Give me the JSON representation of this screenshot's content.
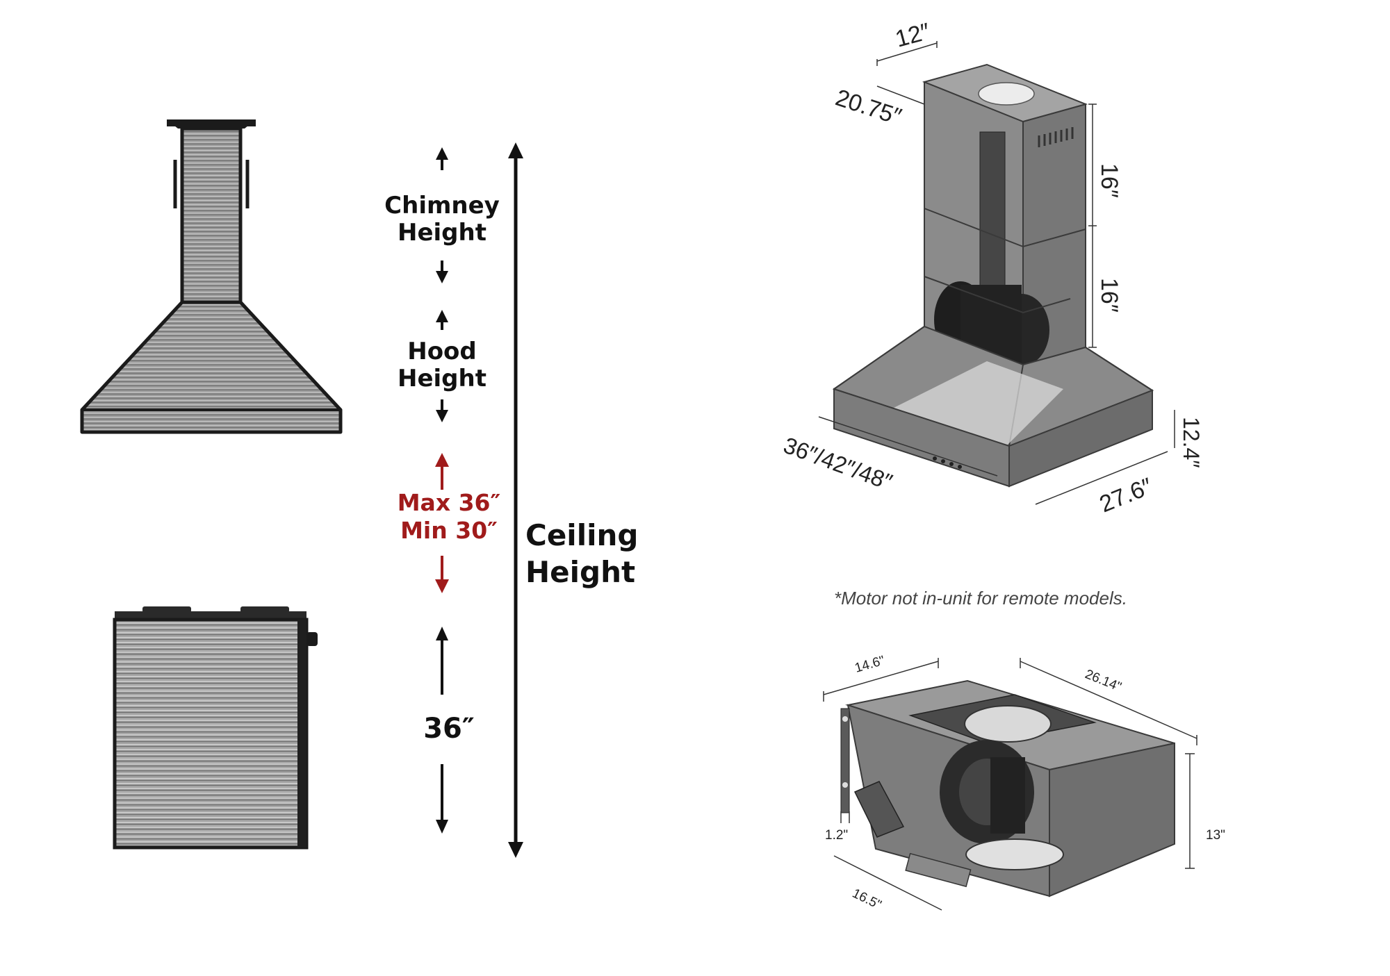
{
  "left_diagram": {
    "chimney_label_line1": "Chimney",
    "chimney_label_line2": "Height",
    "hood_label_line1": "Hood",
    "hood_label_line2": "Height",
    "clearance_max": "Max 36″",
    "clearance_min": "Min 30″",
    "counter_height": "36″",
    "ceiling_label_line1": "Ceiling",
    "ceiling_label_line2": "Height",
    "clearance_color": "#a01b1b"
  },
  "hood_dimensions": {
    "top_width": "12″",
    "top_depth": "20.75″",
    "upper_chimney": "16″",
    "lower_chimney": "16″",
    "hood_height": "12.4″",
    "widths": "36″/42″/48″",
    "depth": "27.6″"
  },
  "note": "*Motor not in-unit for remote models.",
  "motor_dimensions": {
    "depth": "14.6\"",
    "length": "26.14\"",
    "height": "13\"",
    "offset": "1.2\"",
    "width": "16.5\""
  }
}
